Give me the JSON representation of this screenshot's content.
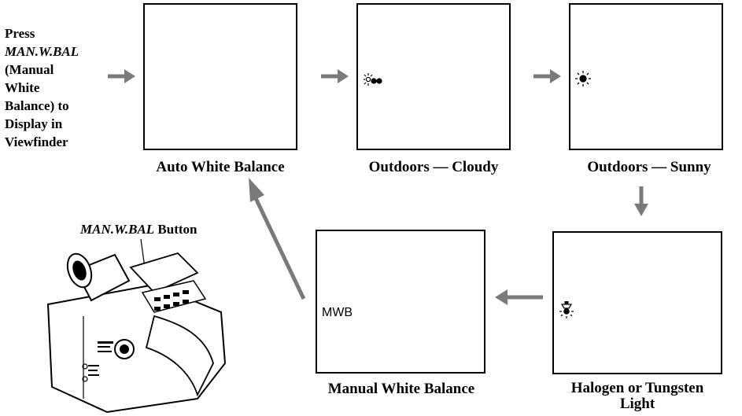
{
  "intro": {
    "line1": "Press",
    "button_name": "MAN.W.BAL",
    "line3": "(Manual",
    "line4": "White",
    "line5": "Balance) to",
    "line6": "Display in",
    "line7": "Viewfinder"
  },
  "camera": {
    "button_name": "MAN.W.BAL",
    "button_suffix": "Button"
  },
  "modes": [
    {
      "label": "Auto White Balance",
      "icon": "none"
    },
    {
      "label": "Outdoors — Cloudy",
      "icon": "cloudy-sun-icon"
    },
    {
      "label": "Outdoors — Sunny",
      "icon": "sun-icon"
    },
    {
      "label_line1": "Halogen or Tungsten",
      "label_line2": "Light",
      "icon": "lamp-icon"
    },
    {
      "label": "Manual White Balance",
      "display_text": "MWB"
    }
  ],
  "colors": {
    "arrow": "#7a7a7a",
    "border": "#000000"
  }
}
